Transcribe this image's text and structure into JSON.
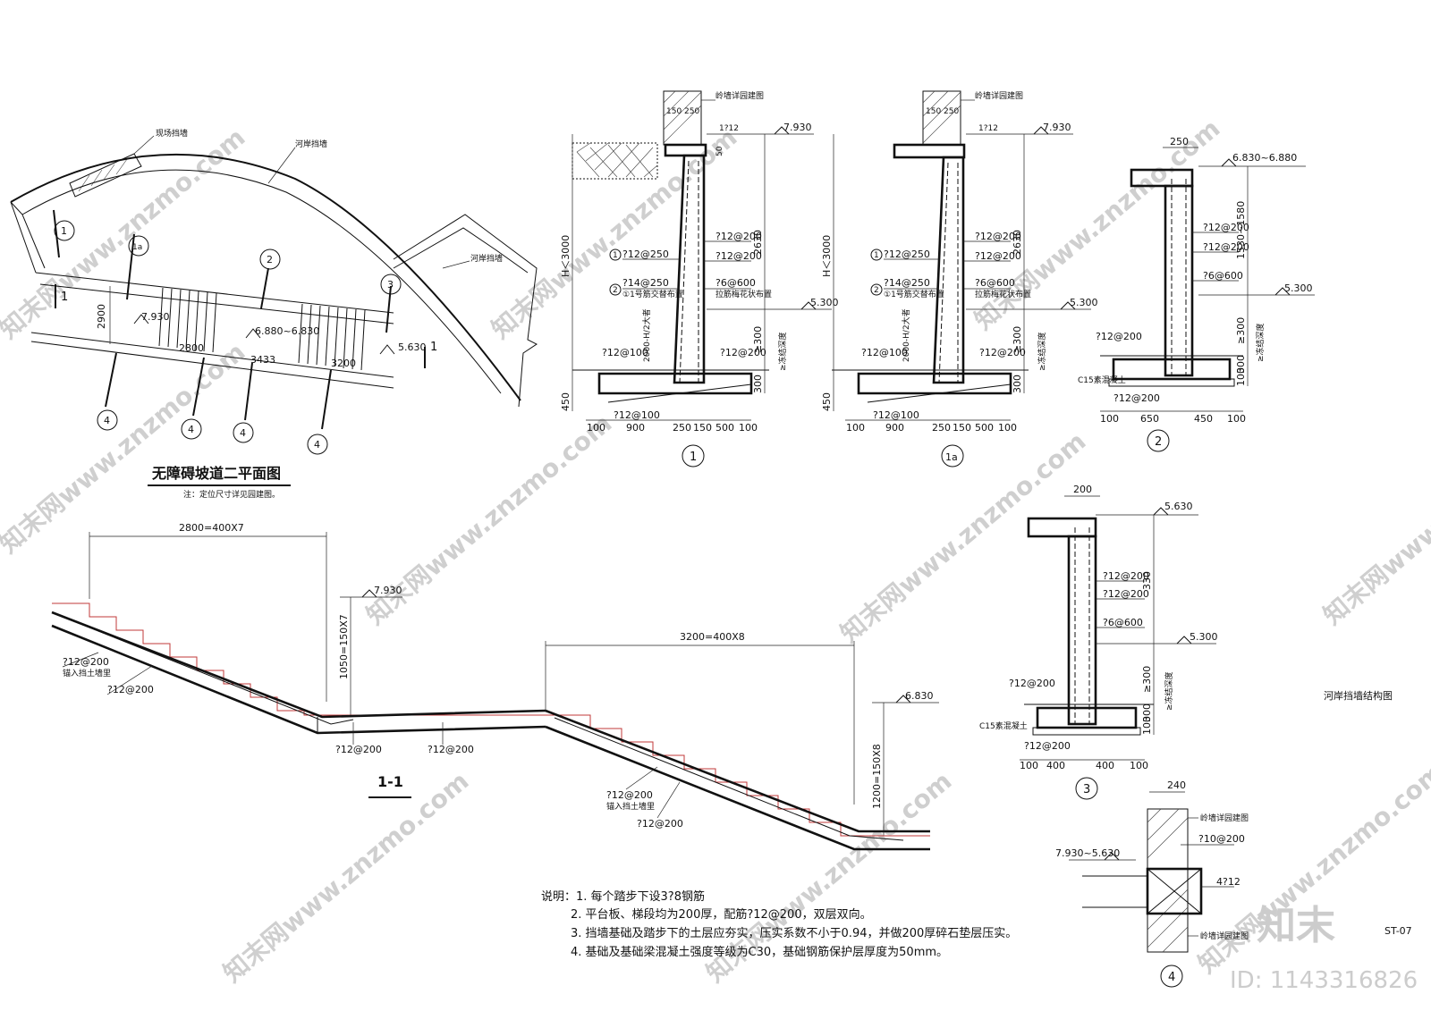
{
  "plan": {
    "title": "无障碍坡道二平面图",
    "note": "注：定位尺寸详见园建图。",
    "label_planting": "现场挡墙",
    "label_wall_top": "河岸挡墙",
    "label_wall_right": "河岸挡墙",
    "dims": {
      "width": "2900",
      "level_left": "7.930",
      "run1": "2800",
      "level_mid": "6.880~6.830",
      "total": "3433",
      "run2": "3200",
      "level_right": "5.630"
    },
    "section_marks": [
      "1",
      "1"
    ],
    "markers": [
      "1",
      "1a",
      "2",
      "3",
      "4",
      "4",
      "4",
      "4"
    ]
  },
  "section_1": {
    "top_label": "岭墙详园建图",
    "dims_top": [
      "150",
      "250"
    ],
    "rebar_top": "1?12",
    "level_top": "7.930",
    "level_mid": "5.300",
    "h_label": "H＜3000",
    "h2": "2000-H/2大者",
    "dim_2630": "2630",
    "dim_300a": "≥300",
    "dim_300b": "300",
    "dim_450": "450",
    "d50": "50",
    "rebar1": "?12@250",
    "rebar2": "?14@250",
    "rebar2_note": "①1号筋交替布置",
    "rebar_r1": "?12@200",
    "rebar_r2": "?12@200",
    "rebar_r3": "?6@600",
    "rebar_r3_note": "拉筋梅花状布置",
    "rebar_base_l": "?12@100",
    "rebar_base_r": "?12@200",
    "rebar_bottom": "?12@100",
    "depth_note": "≥冻结深度",
    "dims_bottom": [
      "100",
      "900",
      "250",
      "150",
      "500",
      "100"
    ],
    "tag": "1"
  },
  "section_1a": {
    "tag": "1a"
  },
  "section_2": {
    "dim_top": "250",
    "level_top": "6.830~6.880",
    "level_mid": "5.300",
    "rebar1": "?12@200",
    "rebar2": "?12@200",
    "rebar3": "?6@600",
    "rebar_base": "?12@200",
    "rebar_bottom": "?12@200",
    "dim_v": "1530~1580",
    "dim_300": "≥300",
    "dim_100": "100",
    "dim_300b": "300",
    "depth_note": "≥冻结深度",
    "concrete": "C15素混凝土",
    "dims_bottom": [
      "100",
      "650",
      "450",
      "100"
    ],
    "tag": "2"
  },
  "section_3": {
    "dim_top": "200",
    "level_top": "5.630",
    "level_mid": "5.300",
    "rebar1": "?12@200",
    "rebar2": "?12@200",
    "rebar3": "?6@600",
    "rebar_base": "?12@200",
    "rebar_bottom": "?12@200",
    "dim_330": "330",
    "dim_300": "≥300",
    "dim_100": "100",
    "dim_300b": "300",
    "depth_note": "≥冻结深度",
    "concrete": "C15素混凝土",
    "dims_bottom": [
      "100",
      "400",
      "400",
      "100"
    ],
    "tag": "3"
  },
  "section_4": {
    "dim_top": "240",
    "level": "7.930~5.630",
    "label_top": "岭墙详园建图",
    "rebar_a": "?10@200",
    "rebar_b": "4?12",
    "label_bottom": "岭墙详园建图",
    "tag": "4"
  },
  "section_11": {
    "dim_run1": "2800=400X7",
    "level_top": "7.930",
    "dim_rise1": "1050=150X7",
    "dim_run2": "3200=400X8",
    "level_bot": "6.830",
    "dim_rise2": "1200=150X8",
    "rebar_a": "?12@200",
    "rebar_a_note": "锚入挡土墙里",
    "rebar_b": "?12@200",
    "rebar_c": "?12@200",
    "rebar_d": "?12@200",
    "rebar_e": "?12@200",
    "rebar_e_note": "锚入挡土墙里",
    "rebar_f": "?12@200",
    "title": "1-1"
  },
  "retaining_title": "河岸挡墙结构图",
  "notes": [
    "说明：1. 每个踏步下设3?8钢筋",
    "2. 平台板、梯段均为200厚，配筋?12@200，双层双向。",
    "3. 挡墙基础及踏步下的土层应夯实，压实系数不小于0.94，并做200厚碎石垫层压实。",
    "4. 基础及基础梁混凝土强度等级为C30，基础钢筋保护层厚度为50mm。"
  ],
  "sheet_no": "ST-07",
  "brand": "知末",
  "id_text": "ID: 1143316826",
  "watermark": "知末网www.znzmo.com",
  "colors": {
    "line": "#111111",
    "stair_red": "#c23a3a",
    "watermark": "#cfcfcf"
  }
}
